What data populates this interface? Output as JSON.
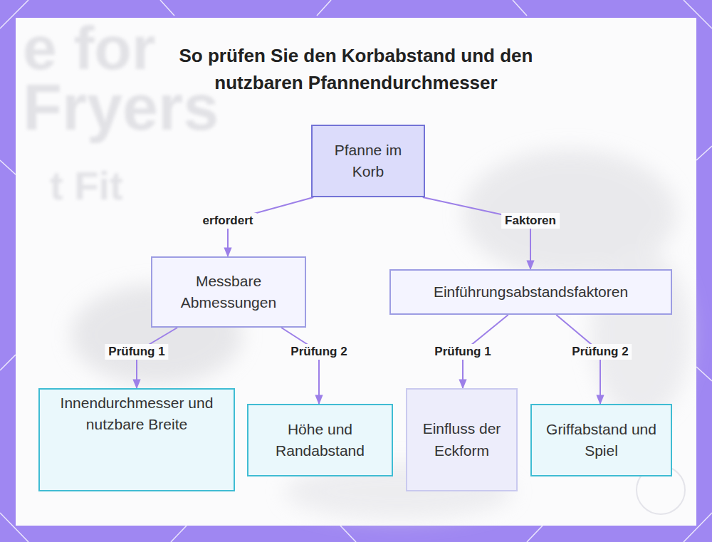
{
  "diagram": {
    "title": "So prüfen Sie den Korbabstand und den nutzbaren Pfannendurchmesser",
    "nodes": [
      {
        "text": [
          "Pfanne im Korb"
        ]
      },
      {
        "text": [
          "Messbare Abmessungen"
        ]
      },
      {
        "text": [
          "Einführungsabstandsfaktoren"
        ]
      },
      {
        "text": [
          "Innendurchmesser und nutzbare Breite"
        ]
      },
      {
        "text": [
          "Höhe und Randabstand"
        ]
      },
      {
        "text": [
          "Einfluss der Eckform"
        ]
      },
      {
        "text": [
          "Griffabstand und Spiel"
        ]
      }
    ],
    "edges": [
      {
        "from": 0,
        "to": 1,
        "arrow": "to",
        "label": "erfordert"
      },
      {
        "from": 0,
        "to": 2,
        "arrow": "to",
        "label": "Faktoren"
      },
      {
        "from": 1,
        "to": 3,
        "arrow": "to",
        "label": "Prüfung 1"
      },
      {
        "from": 1,
        "to": 4,
        "arrow": "to",
        "label": "Prüfung 2"
      },
      {
        "from": 2,
        "to": 5,
        "arrow": "to",
        "label": "Prüfung 1"
      },
      {
        "from": 2,
        "to": 6,
        "arrow": "to",
        "label": "Prüfung 2"
      }
    ],
    "labels": [
      "e for",
      "Fryers",
      "t Fit"
    ]
  }
}
